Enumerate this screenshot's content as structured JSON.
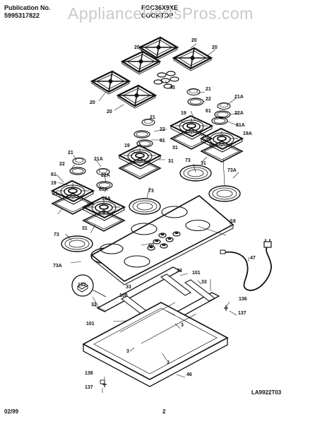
{
  "header": {
    "publication_label": "Publication No.",
    "publication_number": "5995317822",
    "model": "FGC36X9XE",
    "section": "COOKTOP",
    "watermark": "AppliancePartsPros.com"
  },
  "footer": {
    "date": "02/99",
    "page": "2",
    "diagram_code": "LA9922T03"
  },
  "callouts": {
    "c20a": "20",
    "c20b": "20",
    "c20c": "20",
    "c20d": "20",
    "c20e": "20",
    "c43": "43",
    "c21a": "21",
    "c21b": "21",
    "c21c": "21",
    "c21Aa": "21A",
    "c21Ab": "21A",
    "c22a": "22",
    "c22b": "22",
    "c22c": "22",
    "c22Aa": "22A",
    "c22Ab": "22A",
    "c19a": "19",
    "c19b": "19",
    "c19c": "19",
    "c19Aa": "19A",
    "c19Ab": "19A",
    "c61a": "61",
    "c61b": "61",
    "c61c": "61",
    "c61Aa": "61A",
    "c61Ab": "61A",
    "c31a": "31",
    "c31b": "31",
    "c31c": "31",
    "c31d": "31",
    "c31e": "31",
    "c31f": "31",
    "c73a": "73",
    "c73b": "73",
    "c73c": "73",
    "c73Aa": "73A",
    "c73Ab": "73A",
    "c18": "18",
    "c40": "40",
    "c47": "47",
    "c132": "132",
    "c33a": "33",
    "c33b": "33",
    "c33c": "33",
    "c33d": "33",
    "c101a": "101",
    "c101b": "101",
    "c108": "108",
    "c136": "136",
    "c137a": "137",
    "c137b": "137",
    "c138": "138",
    "c3a": "3",
    "c3b": "3",
    "c3c": "3",
    "c46": "46"
  }
}
